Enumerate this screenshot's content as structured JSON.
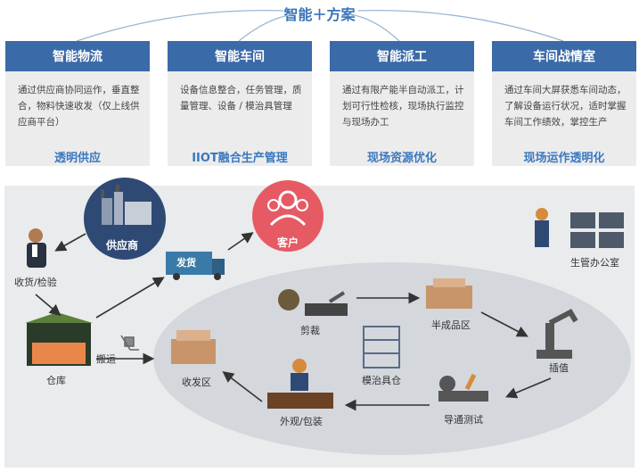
{
  "title": "智能＋方案",
  "cards": [
    {
      "header": "智能物流",
      "body": "通过供应商协同运作，垂直整合，物料快速收发（仅上线供应商平台）",
      "footer": "透明供应"
    },
    {
      "header": "智能车间",
      "body": "设备信息整合，任务管理，质量管理、设备 / 模治具管理",
      "footer": "IIOT融合生产管理"
    },
    {
      "header": "智能派工",
      "body": "通过有限产能半自动派工，计划可行性检核，现场执行监控与现场办工",
      "footer": "现场资源优化"
    },
    {
      "header": "车间战情室",
      "body": "通过车间大屏获悉车间动态，了解设备运行状况，适时掌握车间工作绩效，掌控生产",
      "footer": "现场运作透明化"
    }
  ],
  "flow": {
    "supplier": "供应商",
    "customer": "客户",
    "ship": "发货",
    "receive_inspect": "收货/检验",
    "warehouse": "仓库",
    "transport": "搬运",
    "receiving_area": "收发区",
    "cutting": "剪裁",
    "semi_finished": "半成品区",
    "fixture_storage": "模治具仓",
    "insert": "插值",
    "conduction_test": "导通测试",
    "inspect_pack": "外观/包装",
    "office": "生管办公室"
  },
  "colors": {
    "card_header": "#3b6aa8",
    "accent_blue": "#3a78c0",
    "customer_red": "#e65a64",
    "supplier_navy": "#2e4a74"
  }
}
